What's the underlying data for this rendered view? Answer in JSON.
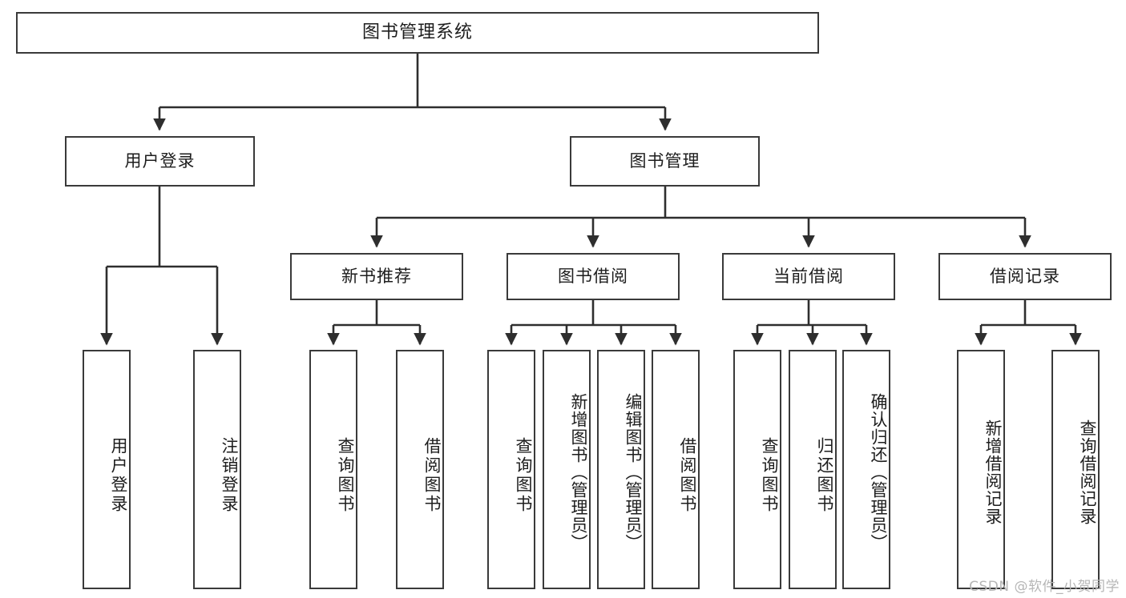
{
  "diagram": {
    "title": "图书管理系统",
    "type": "tree-hierarchy",
    "root": {
      "label": "图书管理系统"
    },
    "level2": [
      {
        "label": "用户登录"
      },
      {
        "label": "图书管理"
      }
    ],
    "level3": [
      {
        "label": "新书推荐"
      },
      {
        "label": "图书借阅"
      },
      {
        "label": "当前借阅"
      },
      {
        "label": "借阅记录"
      }
    ],
    "leaves_user_login": [
      {
        "label": "用户登录"
      },
      {
        "label": "注销登录"
      }
    ],
    "leaves_new_book": [
      {
        "label": "查询图书"
      },
      {
        "label": "借阅图书"
      }
    ],
    "leaves_borrow": [
      {
        "label": "查询图书"
      },
      {
        "label": "新增图书（管理员）"
      },
      {
        "label": "编辑图书（管理员）"
      },
      {
        "label": "借阅图书"
      }
    ],
    "leaves_current": [
      {
        "label": "查询图书"
      },
      {
        "label": "归还图书"
      },
      {
        "label": "确认归还（管理员）"
      }
    ],
    "leaves_records": [
      {
        "label": "新增借阅记录"
      },
      {
        "label": "查询借阅记录"
      }
    ]
  },
  "watermark": {
    "text": "CSDN @软件_小贺同学"
  },
  "colors": {
    "box_border": "#3a3a3a",
    "connector": "#2e2e2e",
    "text": "#1d1d1d",
    "background": "#ffffff",
    "watermark": "#b6b6b6"
  }
}
